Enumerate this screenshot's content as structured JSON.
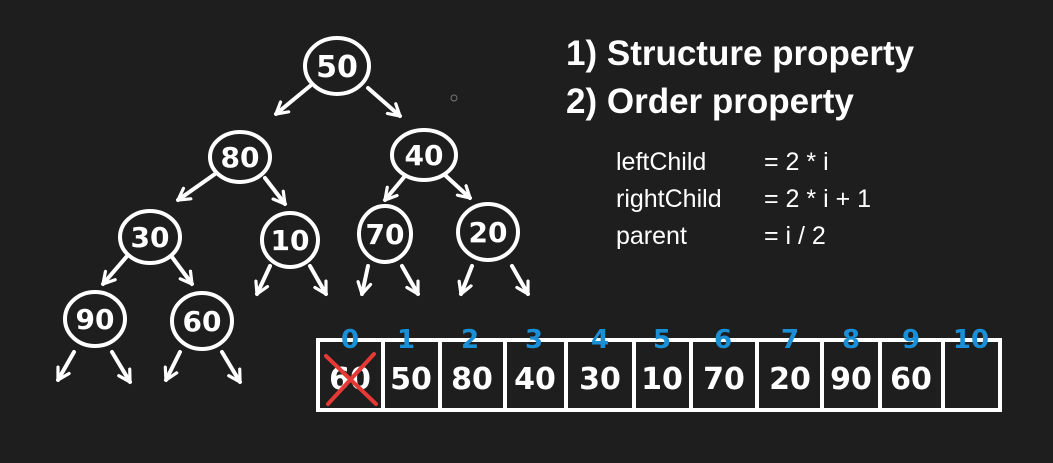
{
  "properties": [
    "1) Structure property",
    "2) Order property"
  ],
  "formulas": [
    {
      "name": "leftChild",
      "expr": "= 2 * i"
    },
    {
      "name": "rightChild",
      "expr": "= 2 * i + 1"
    },
    {
      "name": "parent",
      "expr": "= i / 2"
    }
  ],
  "tree_nodes": [
    "50",
    "80",
    "40",
    "30",
    "10",
    "70",
    "20",
    "90",
    "60"
  ],
  "array": {
    "indices": [
      "0",
      "1",
      "2",
      "3",
      "4",
      "5",
      "6",
      "7",
      "8",
      "9",
      "10"
    ],
    "values": [
      "60",
      "50",
      "80",
      "40",
      "30",
      "10",
      "70",
      "20",
      "90",
      "60",
      ""
    ],
    "crossed_index": 0
  },
  "colors": {
    "background": "#1e1e1e",
    "ink": "#ffffff",
    "index_ink": "#1a8fd6",
    "cross": "#e53935"
  }
}
